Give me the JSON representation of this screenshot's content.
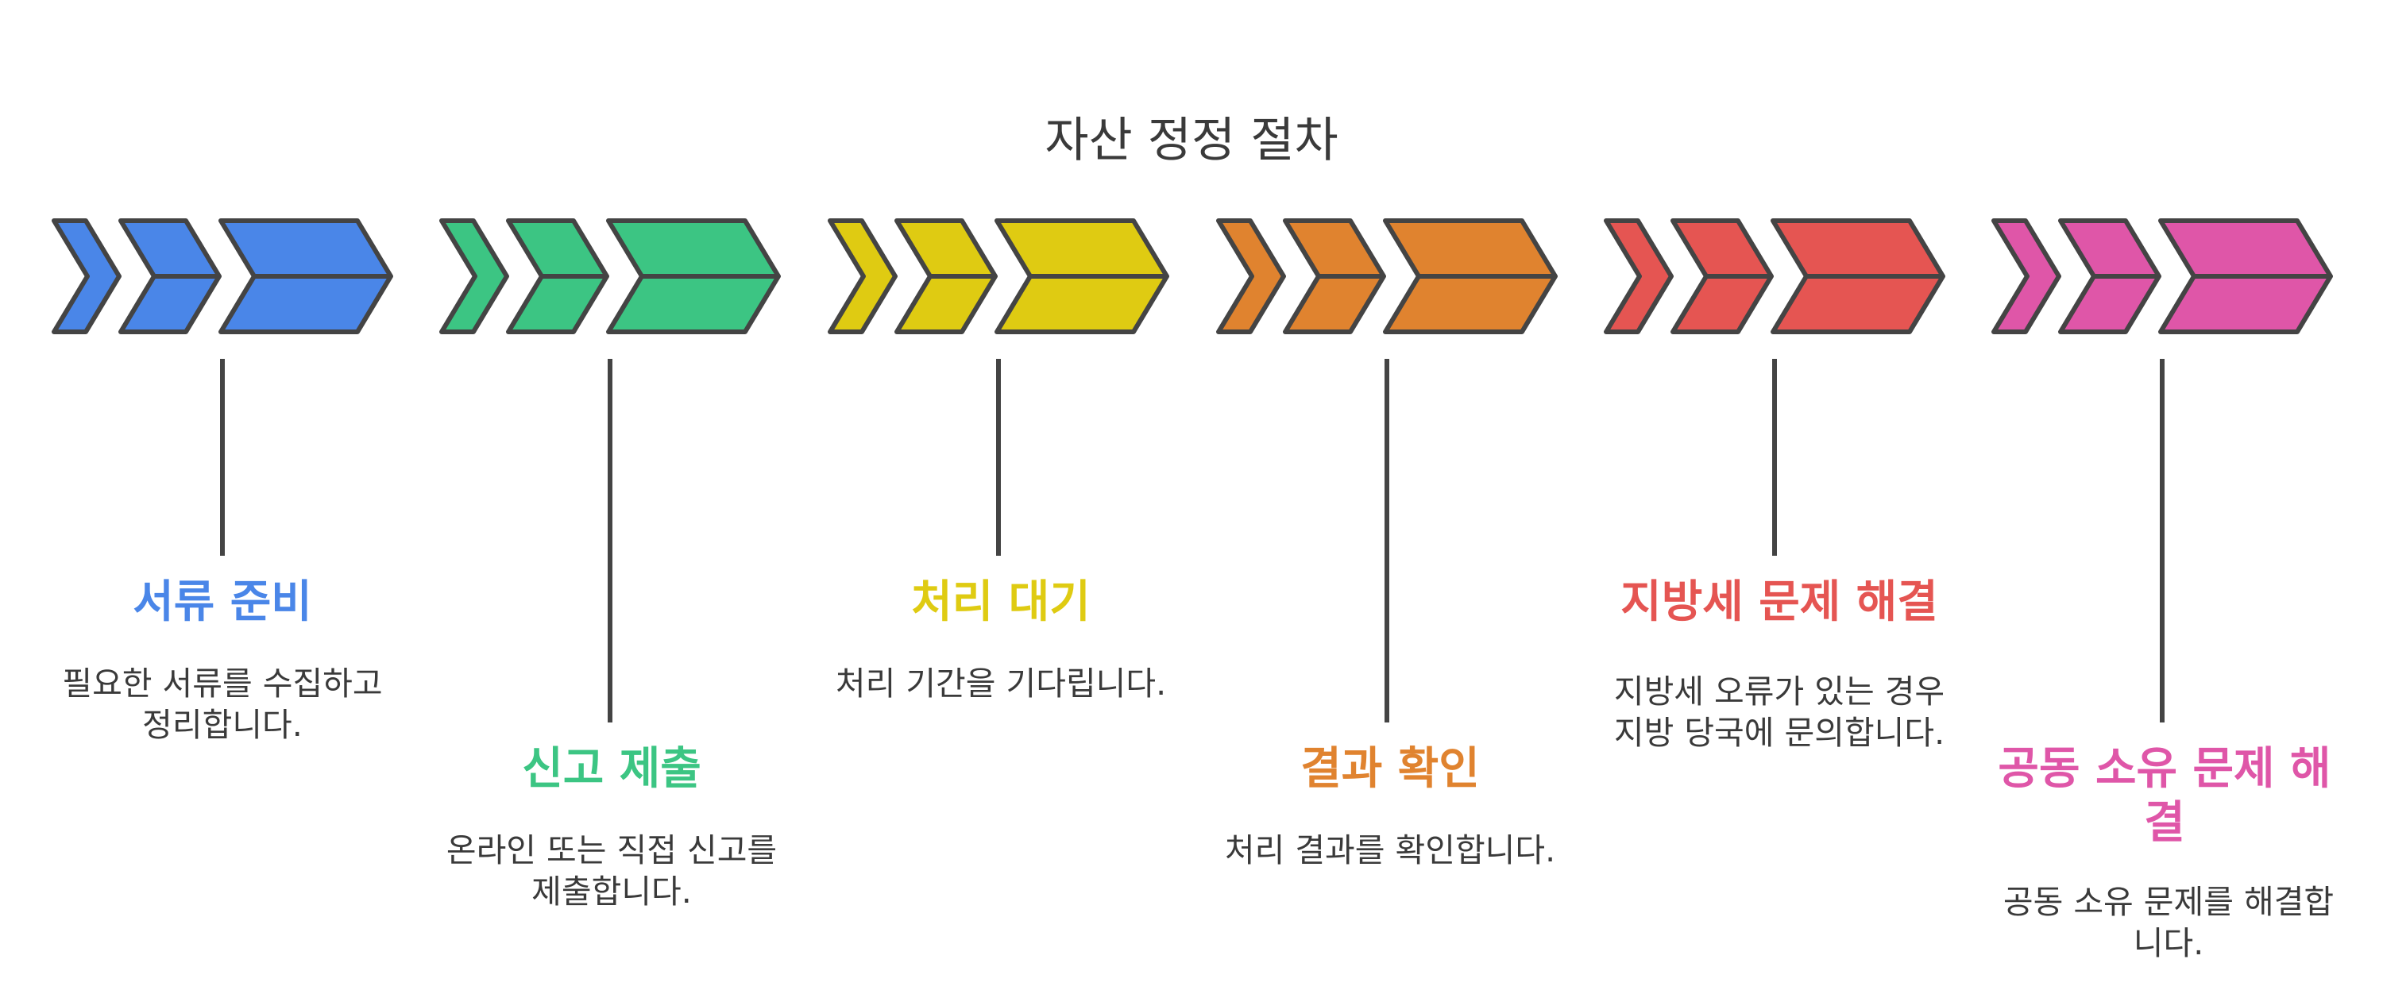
{
  "title": "자산 정정 절차",
  "steps": [
    {
      "title": "서류 준비",
      "description": "필요한 서류를 수집하고 정리합니다.",
      "color": "#4A86E8"
    },
    {
      "title": "신고 제출",
      "description": "온라인 또는 직접 신고를 제출합니다.",
      "color": "#3CC583"
    },
    {
      "title": "처리 대기",
      "description": "처리 기간을 기다립니다.",
      "color": "#DFCB12"
    },
    {
      "title": "결과 확인",
      "description": "처리 결과를 확인합니다.",
      "color": "#E0832F"
    },
    {
      "title": "지방세 문제 해결",
      "description": "지방세 오류가 있는 경우 지방 당국에 문의합니다.",
      "color": "#E55552"
    },
    {
      "title": "공동 소유 문제 해결",
      "description": "공동 소유 문제를 해결합니다.",
      "color": "#DF56A8"
    }
  ],
  "outline_color": "#444444"
}
